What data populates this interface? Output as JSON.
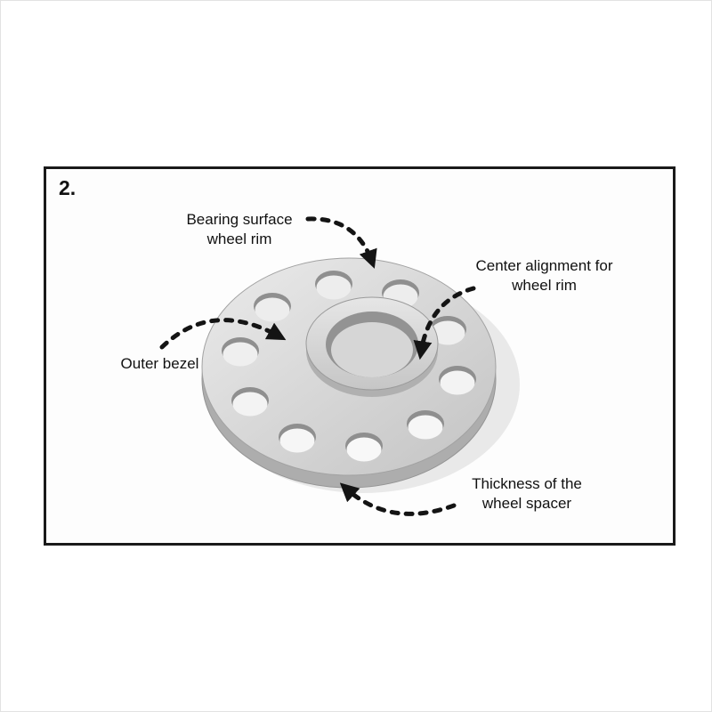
{
  "diagram": {
    "step_number": "2.",
    "labels": {
      "bearing_surface": "Bearing surface\nwheel rim",
      "center_alignment": "Center alignment for\nwheel rim",
      "outer_bezel": "Outer bezel",
      "thickness": "Thickness of the\nwheel spacer"
    },
    "illustration": {
      "subject": "wheel spacer",
      "bolt_hole_count": 10
    },
    "colors": {
      "frame_border": "#1a1a1a",
      "label_text": "#111111",
      "arrow": "#141414",
      "spacer_light": "#e9e9e9",
      "spacer_mid": "#c3c3c3",
      "spacer_side": "#adadad",
      "bore_wall": "#939393",
      "background": "#ffffff"
    }
  }
}
